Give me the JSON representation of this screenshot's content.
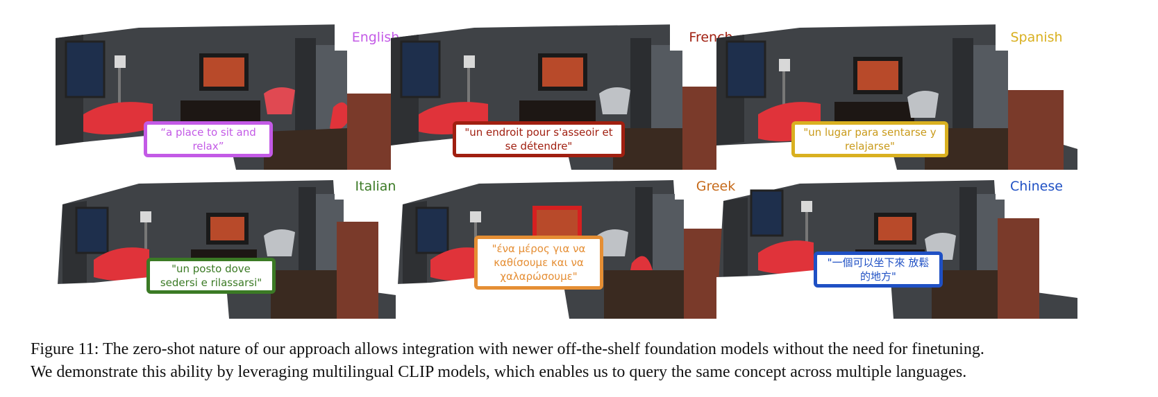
{
  "panels": [
    {
      "language": "English",
      "query": "“a place to sit and relax”",
      "color": "#c35ae6"
    },
    {
      "language": "French",
      "query": "\"un endroit pour s'asseoir et se détendre\"",
      "color": "#a01f10"
    },
    {
      "language": "Spanish",
      "query": "\"un lugar para sentarse y relajarse\"",
      "color": "#d9b020"
    },
    {
      "language": "Italian",
      "query": "\"un posto dove sedersi e rilassarsi\"",
      "color": "#3b7a25"
    },
    {
      "language": "Greek",
      "query": "\"ένα μέρος για να καθίσουμε και να χαλαρώσουμε\"",
      "color": "#e58e34"
    },
    {
      "language": "Chinese",
      "query": "\"一個可以坐下來 放鬆的地方\"",
      "color": "#1f50c4"
    }
  ],
  "caption": {
    "line1": "Figure 11: The zero-shot nature of our approach allows integration with newer off-the-shelf foundation models without the need for finetuning.",
    "line2": "We demonstrate this ability by leveraging multilingual CLIP models, which enables us to query the same concept across multiple languages."
  }
}
